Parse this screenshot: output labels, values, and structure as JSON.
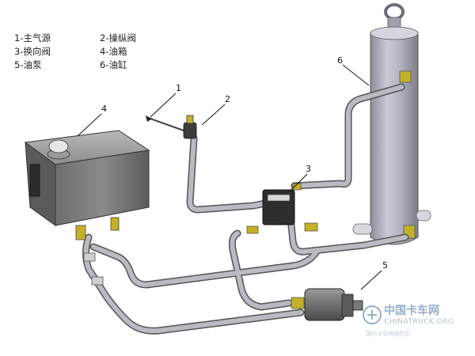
{
  "legend": [
    [
      "1-主气源",
      "2-操纵阀"
    ],
    [
      "3-换向阀",
      "4-油箱"
    ],
    [
      "5-油泵",
      "6-油缸"
    ]
  ],
  "callouts": [
    "1",
    "2",
    "3",
    "4",
    "5",
    "6"
  ],
  "watermark": {
    "cn": "中国卡车网",
    "en": "CHINATRUCK.ORG",
    "sub": "国内卡车网络社区"
  }
}
